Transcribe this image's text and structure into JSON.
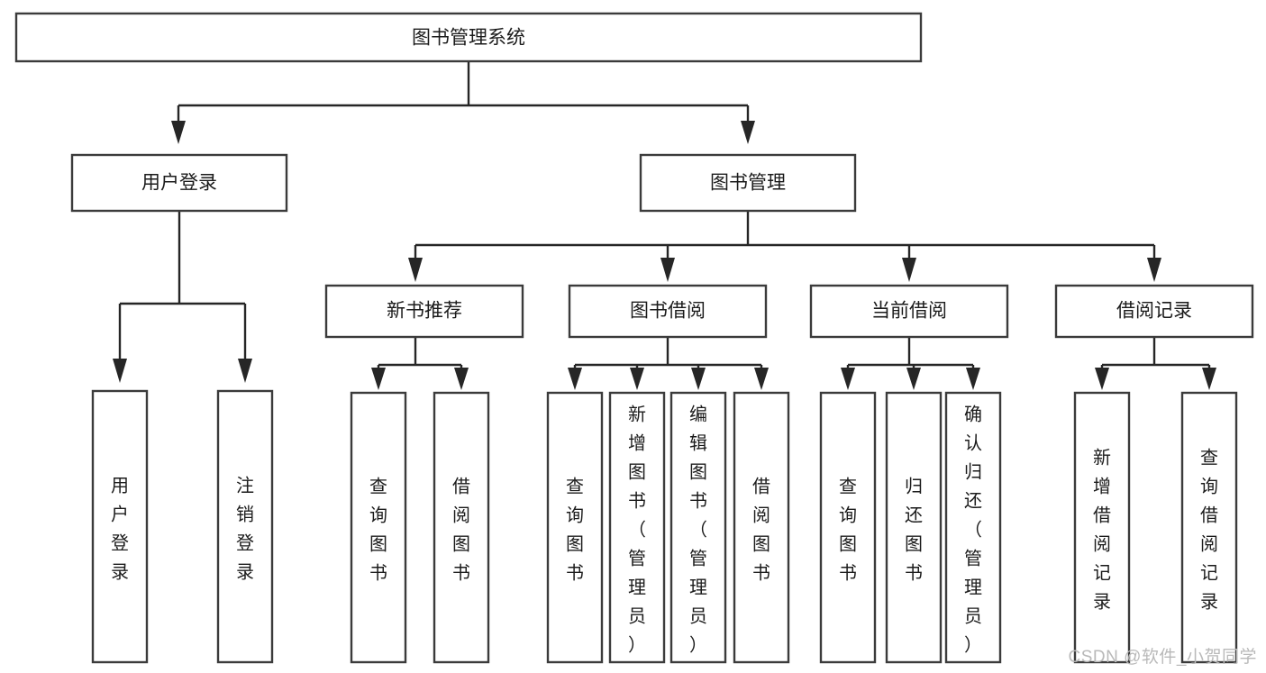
{
  "diagram": {
    "title": "图书管理系统",
    "type": "tree-hierarchy",
    "orientation": "top-down",
    "stroke_color": "#3b3b3b",
    "line_color": "#262626",
    "box_fill": "#ffffff",
    "text_color": "#1b1b1b"
  },
  "nodes": {
    "root": {
      "label": "图书管理系统",
      "level": 0,
      "orientation": "horizontal"
    },
    "l1": [
      {
        "id": "user-login",
        "label": "用户登录",
        "level": 1,
        "orientation": "horizontal"
      },
      {
        "id": "book-manage",
        "label": "图书管理",
        "level": 1,
        "orientation": "horizontal"
      }
    ],
    "l2": [
      {
        "id": "new-book-rec",
        "label": "新书推荐",
        "level": 2,
        "orientation": "horizontal"
      },
      {
        "id": "book-borrow",
        "label": "图书借阅",
        "level": 2,
        "orientation": "horizontal"
      },
      {
        "id": "current-borrow",
        "label": "当前借阅",
        "level": 2,
        "orientation": "horizontal"
      },
      {
        "id": "borrow-record",
        "label": "借阅记录",
        "level": 2,
        "orientation": "horizontal"
      }
    ],
    "leaves": [
      {
        "id": "leaf-user-login",
        "label": "用户登录",
        "parent": "user-login",
        "orientation": "vertical"
      },
      {
        "id": "leaf-user-logout",
        "label": "注销登录",
        "parent": "user-login",
        "orientation": "vertical"
      },
      {
        "id": "leaf-rec-query",
        "label": "查询图书",
        "parent": "new-book-rec",
        "orientation": "vertical"
      },
      {
        "id": "leaf-rec-borrow",
        "label": "借阅图书",
        "parent": "new-book-rec",
        "orientation": "vertical"
      },
      {
        "id": "leaf-borrow-query",
        "label": "查询图书",
        "parent": "book-borrow",
        "orientation": "vertical"
      },
      {
        "id": "leaf-borrow-add",
        "label": "新增图书（管理员）",
        "parent": "book-borrow",
        "orientation": "vertical"
      },
      {
        "id": "leaf-borrow-edit",
        "label": "编辑图书（管理员）",
        "parent": "book-borrow",
        "orientation": "vertical"
      },
      {
        "id": "leaf-borrow-lend",
        "label": "借阅图书",
        "parent": "book-borrow",
        "orientation": "vertical"
      },
      {
        "id": "leaf-cur-query",
        "label": "查询图书",
        "parent": "current-borrow",
        "orientation": "vertical"
      },
      {
        "id": "leaf-cur-return",
        "label": "归还图书",
        "parent": "current-borrow",
        "orientation": "vertical"
      },
      {
        "id": "leaf-cur-confirm",
        "label": "确认归还（管理员）",
        "parent": "current-borrow",
        "orientation": "vertical"
      },
      {
        "id": "leaf-rec-add",
        "label": "新增借阅记录",
        "parent": "borrow-record",
        "orientation": "vertical"
      },
      {
        "id": "leaf-rec-search",
        "label": "查询借阅记录",
        "parent": "borrow-record",
        "orientation": "vertical"
      }
    ]
  },
  "watermark": {
    "text": "CSDN @软件_小贺同学"
  }
}
